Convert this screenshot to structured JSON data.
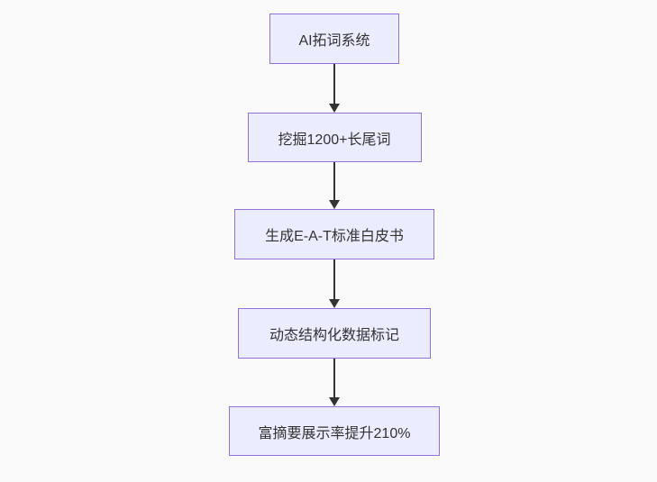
{
  "colors": {
    "background": "#fafafa",
    "node_fill": "#ECECFF",
    "node_border": "#9370DB",
    "text": "#333333",
    "arrow": "#333333"
  },
  "flowchart": {
    "direction": "top-down",
    "nodes": [
      {
        "label": "AI拓词系统"
      },
      {
        "label": "挖掘1200+长尾词"
      },
      {
        "label": "生成E-A-T标准白皮书"
      },
      {
        "label": "动态结构化数据标记"
      },
      {
        "label": "富摘要展示率提升210%"
      }
    ],
    "edges": [
      {
        "from": 0,
        "to": 1
      },
      {
        "from": 1,
        "to": 2
      },
      {
        "from": 2,
        "to": 3
      },
      {
        "from": 3,
        "to": 4
      }
    ]
  }
}
